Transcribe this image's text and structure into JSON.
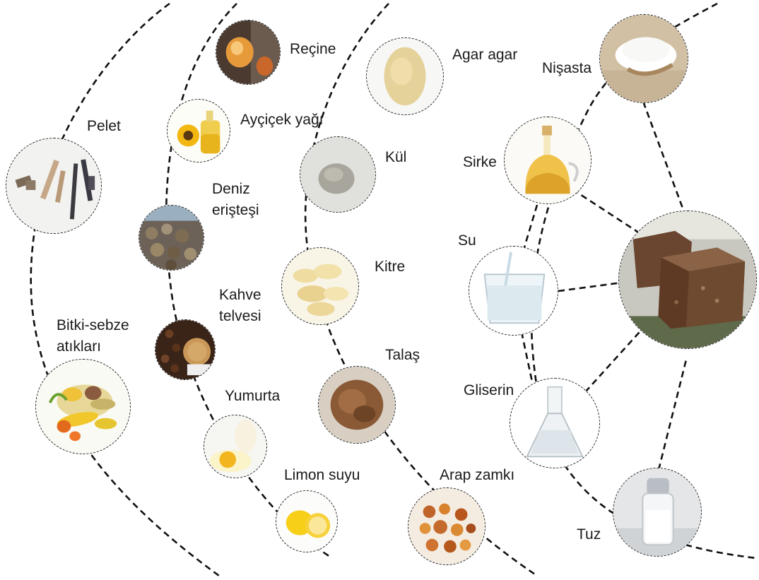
{
  "diagram": {
    "center_item": "compressed-briquette",
    "outer_ring": [
      {
        "key": "pelet",
        "label": "Pelet"
      },
      {
        "key": "bitki",
        "label": "Bitki-sebze atıkları",
        "label_lines": [
          "Bitki-sebze",
          "atıkları"
        ]
      }
    ],
    "second_ring": [
      {
        "key": "recine",
        "label": "Reçine"
      },
      {
        "key": "aycicek",
        "label": "Ayçiçek yağı"
      },
      {
        "key": "deniz",
        "label": "Deniz erişteşi",
        "label_lines": [
          "Deniz",
          "erişteşi"
        ]
      },
      {
        "key": "kahve",
        "label": "Kahve telvesi",
        "label_lines": [
          "Kahve",
          "telvesi"
        ]
      },
      {
        "key": "yumurta",
        "label": "Yumurta"
      },
      {
        "key": "limon",
        "label": "Limon suyu"
      }
    ],
    "third_ring": [
      {
        "key": "agar",
        "label": "Agar agar"
      },
      {
        "key": "kul",
        "label": "Kül"
      },
      {
        "key": "kitre",
        "label": "Kitre"
      },
      {
        "key": "talas",
        "label": "Talaş"
      },
      {
        "key": "arap",
        "label": "Arap zamkı"
      }
    ],
    "binders": [
      {
        "key": "nisasta",
        "label": "Nişasta"
      },
      {
        "key": "sirke",
        "label": "Sirke"
      },
      {
        "key": "su",
        "label": "Su"
      },
      {
        "key": "gliserin",
        "label": "Gliserin"
      },
      {
        "key": "tuz",
        "label": "Tuz"
      }
    ]
  }
}
